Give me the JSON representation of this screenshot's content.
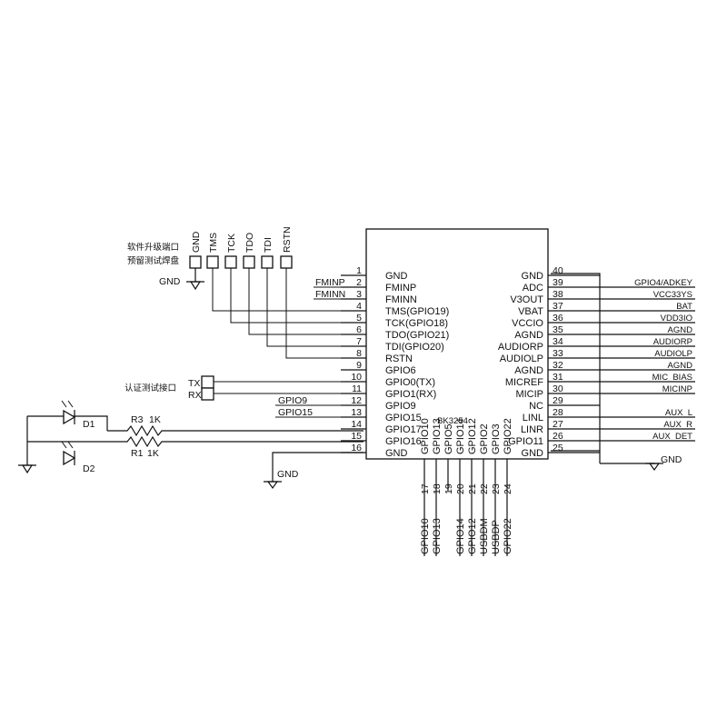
{
  "chip": {
    "name": "BK3254",
    "left_pins": [
      {
        "num": "1",
        "name": "GND"
      },
      {
        "num": "2",
        "name": "FMINP"
      },
      {
        "num": "3",
        "name": "FMINN"
      },
      {
        "num": "4",
        "name": "TMS(GPIO19)"
      },
      {
        "num": "5",
        "name": "TCK(GPIO18)"
      },
      {
        "num": "6",
        "name": "TDO(GPIO21)"
      },
      {
        "num": "7",
        "name": "TDI(GPIO20)"
      },
      {
        "num": "8",
        "name": "RSTN"
      },
      {
        "num": "9",
        "name": "GPIO6"
      },
      {
        "num": "10",
        "name": "GPIO0(TX)"
      },
      {
        "num": "11",
        "name": "GPIO1(RX)"
      },
      {
        "num": "12",
        "name": "GPIO9"
      },
      {
        "num": "13",
        "name": "GPIO15"
      },
      {
        "num": "14",
        "name": "GPIO17"
      },
      {
        "num": "15",
        "name": "GPIO16"
      },
      {
        "num": "16",
        "name": "GND"
      }
    ],
    "right_pins": [
      {
        "num": "40",
        "name": "GND",
        "net": ""
      },
      {
        "num": "39",
        "name": "ADC",
        "net": "GPIO4/ADKEY"
      },
      {
        "num": "38",
        "name": "V3OUT",
        "net": "VCC33YS"
      },
      {
        "num": "37",
        "name": "VBAT",
        "net": "BAT"
      },
      {
        "num": "36",
        "name": "VCCIO",
        "net": "VDD3IO"
      },
      {
        "num": "35",
        "name": "AGND",
        "net": "AGND"
      },
      {
        "num": "34",
        "name": "AUDIORP",
        "net": "AUDIORP"
      },
      {
        "num": "33",
        "name": "AUDIOLP",
        "net": "AUDIOLP"
      },
      {
        "num": "32",
        "name": "AGND",
        "net": "AGND"
      },
      {
        "num": "31",
        "name": "MICREF",
        "net": "MIC_BIAS"
      },
      {
        "num": "30",
        "name": "MICIP",
        "net": "MICINP"
      },
      {
        "num": "29",
        "name": "NC",
        "net": ""
      },
      {
        "num": "28",
        "name": "LINL",
        "net": "AUX_L"
      },
      {
        "num": "27",
        "name": "LINR",
        "net": "AUX_R"
      },
      {
        "num": "26",
        "name": "GPIO11",
        "net": "AUX_DET"
      },
      {
        "num": "25",
        "name": "GND",
        "net": ""
      }
    ],
    "bottom_pins": [
      {
        "num": "17",
        "name": "GPIO10",
        "net": "GPIO10"
      },
      {
        "num": "18",
        "name": "GPIO13",
        "net": "GPIO13"
      },
      {
        "num": "19",
        "name": "GPIO5",
        "net": ""
      },
      {
        "num": "20",
        "name": "GPIO14",
        "net": "GPIO14"
      },
      {
        "num": "21",
        "name": "GPIO12",
        "net": "GPIO12"
      },
      {
        "num": "22",
        "name": "GPIO2",
        "net": "USBDM"
      },
      {
        "num": "23",
        "name": "GPIO3",
        "net": "USBDP"
      },
      {
        "num": "24",
        "name": "GPIO22",
        "net": "GPIO22"
      }
    ]
  },
  "left_nets": {
    "fminp": "FMINP",
    "fminn": "FMINN",
    "gpio9": "GPIO9",
    "gpio15": "GPIO15"
  },
  "debug_header": {
    "caption_line1": "软件升级端口",
    "caption_line2": "预留测试焊盘",
    "pins": [
      "GND",
      "TMS",
      "TCK",
      "TDO",
      "TDI",
      "RSTN"
    ],
    "gnd_label": "GND"
  },
  "cert_port": {
    "caption": "认证测试接口",
    "tx": "TX",
    "rx": "RX"
  },
  "leds": {
    "d1": "D1",
    "d2": "D2",
    "r3": "R3",
    "r3_value": "1K",
    "r1": "R1",
    "r1_value": "1K"
  },
  "ground_labels": {
    "left": "GND",
    "right": "GND"
  }
}
